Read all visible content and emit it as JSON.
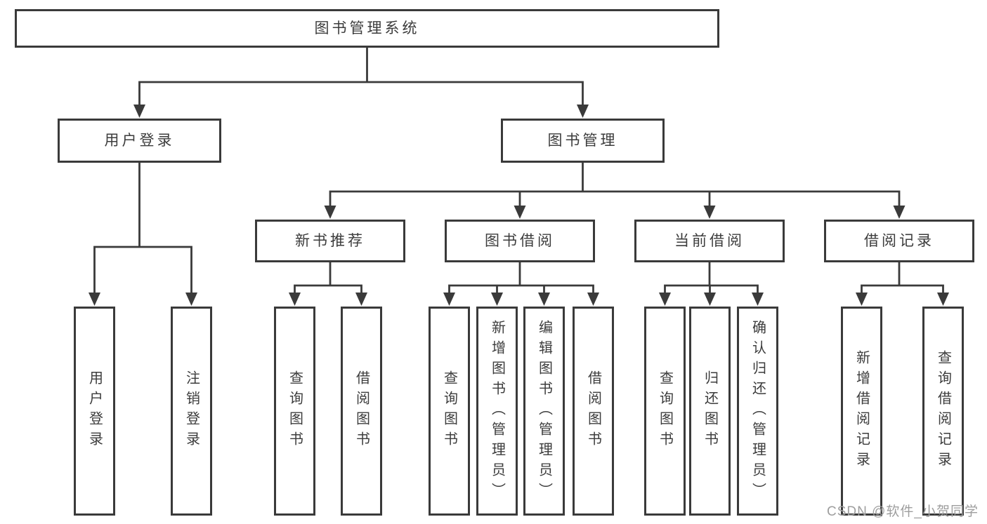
{
  "diagram": {
    "title": "图书管理系统",
    "level2": {
      "user_login": "用户登录",
      "book_management": "图书管理"
    },
    "level3": {
      "new_book_recommend": "新书推荐",
      "book_borrow": "图书借阅",
      "current_borrow": "当前借阅",
      "borrow_records": "借阅记录"
    },
    "leaves": {
      "user_login": [
        "用户登录",
        "注销登录"
      ],
      "new_book_recommend": [
        "查询图书",
        "借阅图书"
      ],
      "book_borrow": [
        "查询图书",
        "新增图书（管理员）",
        "编辑图书（管理员）",
        "借阅图书"
      ],
      "current_borrow": [
        "查询图书",
        "归还图书",
        "确认归还（管理员）"
      ],
      "borrow_records": [
        "新增借阅记录",
        "查询借阅记录"
      ]
    }
  },
  "watermark": "CSDN @软件_小贺同学",
  "colors": {
    "line": "#3a3a3a",
    "box_border": "#3a3a3a",
    "text": "#3c3c3c",
    "watermark": "#9e9e9e",
    "background": "#ffffff"
  }
}
